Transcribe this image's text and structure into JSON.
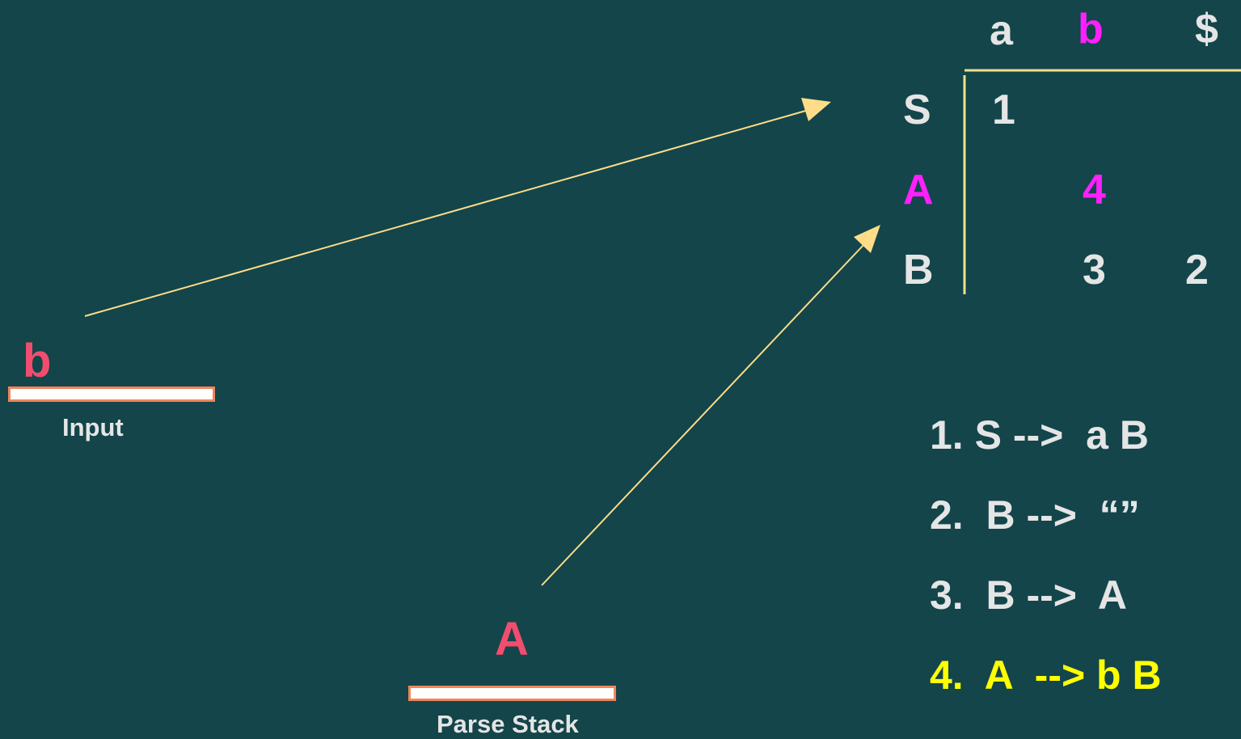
{
  "colors": {
    "background": "#13454a",
    "text": "#e5e5e5",
    "highlight": "#ff1fff",
    "symbol": "#f24d6e",
    "rule_highlight": "#ffff00",
    "arrow": "#ffdd88",
    "bar_border": "#f0855c",
    "table_line": "#f0e08a"
  },
  "input": {
    "symbol": "b",
    "label": "Input"
  },
  "stack": {
    "symbol": "A",
    "label": "Parse Stack"
  },
  "table": {
    "columns": [
      "a",
      "b",
      "$"
    ],
    "rows": [
      {
        "nonterminal": "S",
        "cells": [
          "1",
          "",
          ""
        ]
      },
      {
        "nonterminal": "A",
        "cells": [
          "",
          "4",
          ""
        ]
      },
      {
        "nonterminal": "B",
        "cells": [
          "",
          "3",
          "2"
        ]
      }
    ],
    "highlighted_column": "b",
    "highlighted_row": "A"
  },
  "rules": [
    "1. S -->  a B",
    "2.  B -->  “”",
    "3.  B -->  A",
    "4.  A  --> b B"
  ],
  "highlighted_rule_index": 3
}
